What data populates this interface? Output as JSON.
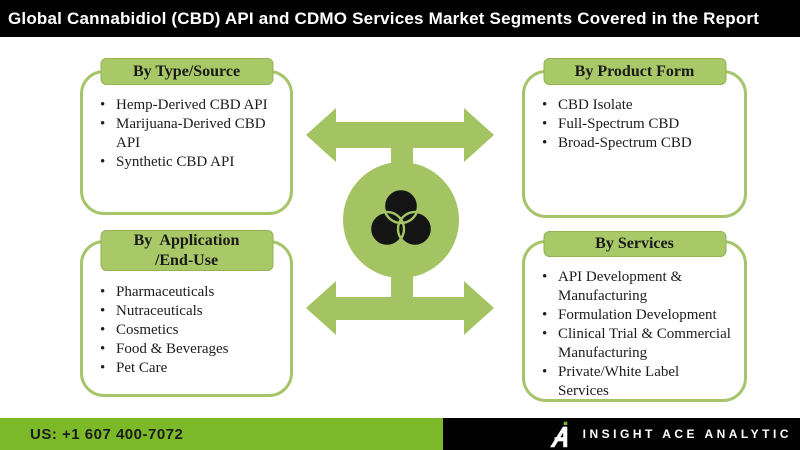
{
  "title": "Global Cannabidiol (CBD) API and CDMO Services Market Segments Covered in the Report",
  "colors": {
    "accent_green": "#a4c464",
    "tab_green": "#a9c968",
    "footer_green": "#7bb929",
    "bar_black": "#020202"
  },
  "icons": {
    "center_icon": "venn-diagram-icon",
    "connectors": "double-headed-arrow-icon",
    "brand_logo": "insight-ace-a-logo"
  },
  "boxes": {
    "type_source": {
      "header": "By Type/Source",
      "items": [
        "Hemp-Derived CBD API",
        "Marijuana-Derived CBD API",
        "Synthetic CBD API"
      ]
    },
    "product_form": {
      "header": "By Product Form",
      "items": [
        "CBD Isolate",
        "Full-Spectrum CBD",
        "Broad-Spectrum CBD"
      ]
    },
    "application": {
      "header_line1": "By  Application",
      "header_line2": "/End-Use",
      "items": [
        "Pharmaceuticals",
        "Nutraceuticals",
        "Cosmetics",
        "Food & Beverages",
        "Pet Care"
      ]
    },
    "services": {
      "header": "By Services",
      "items": [
        "API Development & Manufacturing",
        "Formulation Development",
        "Clinical Trial & Commercial Manufacturing",
        "Private/White Label Services"
      ]
    }
  },
  "footer": {
    "phone": "US: +1 607 400-7072",
    "brand": "INSIGHT ACE ANALYTIC"
  }
}
